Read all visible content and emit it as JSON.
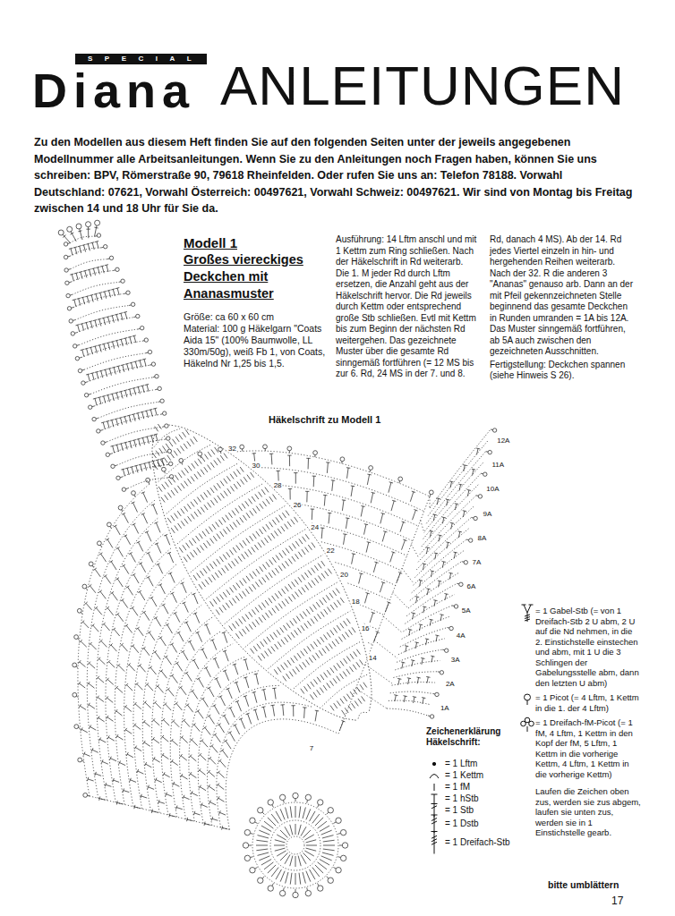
{
  "diagram": {
    "title": "ANLEITUNGEN",
    "labels": [
      "SPECIAL",
      "Diana",
      "Zu den Modellen aus diesem Heft finden Sie auf den folgenden Seiten unter der jeweils angegebenen Modellnummer alle Arbeitsanleitungen. Wenn Sie zu den Anleitungen noch Fragen haben, können Sie uns schreiben: BPV, Römerstraße 90, 79618 Rheinfelden. Oder rufen Sie uns an: Telefon 78188. Vorwahl Deutschland: 07621, Vorwahl Österreich: 00497621, Vorwahl Schweiz: 00497621. Wir sind von Montag bis Freitag zwischen 14 und 18 Uhr für Sie da.",
      "Modell 1",
      "Großes viereckiges Deckchen mit Ananasmuster",
      "Größe: ca 60 x 60 cm",
      "Material: 100 g Häkelgarn \"Coats Aida 15\" (100% Baumwolle, LL 330m/50g), weiß Fb 1, von Coats, Häkelnd Nr 1,25 bis 1,5.",
      "Ausführung: 14 Lftm anschl und mit 1 Kettm zum Ring schließen. Nach der Häkelschrift in Rd weiterarb. Die 1. M jeder Rd durch Lftm ersetzen, die Anzahl geht aus der Häkelschrift hervor. Die Rd jeweils durch Kettm oder entsprechend große Stb schließen. Evtl mit Kettm bis zum Beginn der nächsten Rd weitergehen. Das gezeichnete Muster über die gesamte Rd sinngemäß fortführen (= 12 MS bis zur 6. Rd, 24 MS in der 7. und 8. Rd, danach 4 MS). Ab der 14. Rd jedes Viertel einzeln in hin- und hergehenden Reihen weiterarb. Nach der 32. R die anderen 3 \"Ananas\" genauso arb. Dann an der mit Pfeil gekennzeichneten Stelle beginnend das gesamte Deckchen in Runden umranden = 1A bis 12A. Das Muster sinngemäß fortführen, ab 5A auch zwischen den gezeichneten Ausschnitten.",
      "Fertigstellung: Deckchen spannen (siehe Hinweis S 26).",
      "Häkelschrift zu Modell 1",
      "Zeichenerklärung Häkelschrift:",
      "Laufen die Zeichen oben zus, werden sie zus abgem, laufen sie unten zus, werden sie in 1 Einstichstelle gearb.",
      "bitte umblättern",
      "17",
      "14",
      "16",
      "18",
      "20",
      "22",
      "24",
      "26",
      "28",
      "30",
      "32",
      "7",
      "1A",
      "2A",
      "3A",
      "4A",
      "5A",
      "6A",
      "7A",
      "8A",
      "9A",
      "10A",
      "11A",
      "12A"
    ],
    "legend": [
      {
        "text": "= 1 Lftm"
      },
      {
        "text": "= 1 Kettm"
      },
      {
        "text": "= 1 fM"
      },
      {
        "text": "= 1 hStb"
      },
      {
        "text": "= 1 Stb"
      },
      {
        "text": "= 1 Dstb"
      },
      {
        "text": "= 1 Dreifach-Stb"
      },
      {
        "text": "= 1 Gabel-Stb (= von 1 Dreifach-Stb 2 U abm, 2 U auf die Nd nehmen, in die 2. Einstichstelle einstechen und abm, mit 1 U die 3 Schlingen der Gabelungsstelle abm, dann den letzten U abm)"
      },
      {
        "text": "= 1 Picot (= 4 Lftm, 1 Kettm in die 1. der 4 Lftm)"
      },
      {
        "text": "= 1 Dreifach-fM-Picot (= 1 fM, 4 Lftm, 1 Kettm in den Kopf der fM, 5 Lftm, 1 Kettm in die vorherige Kettm, 4 Lftm, 1 Kettm in die vorherige Kettm)"
      }
    ]
  }
}
